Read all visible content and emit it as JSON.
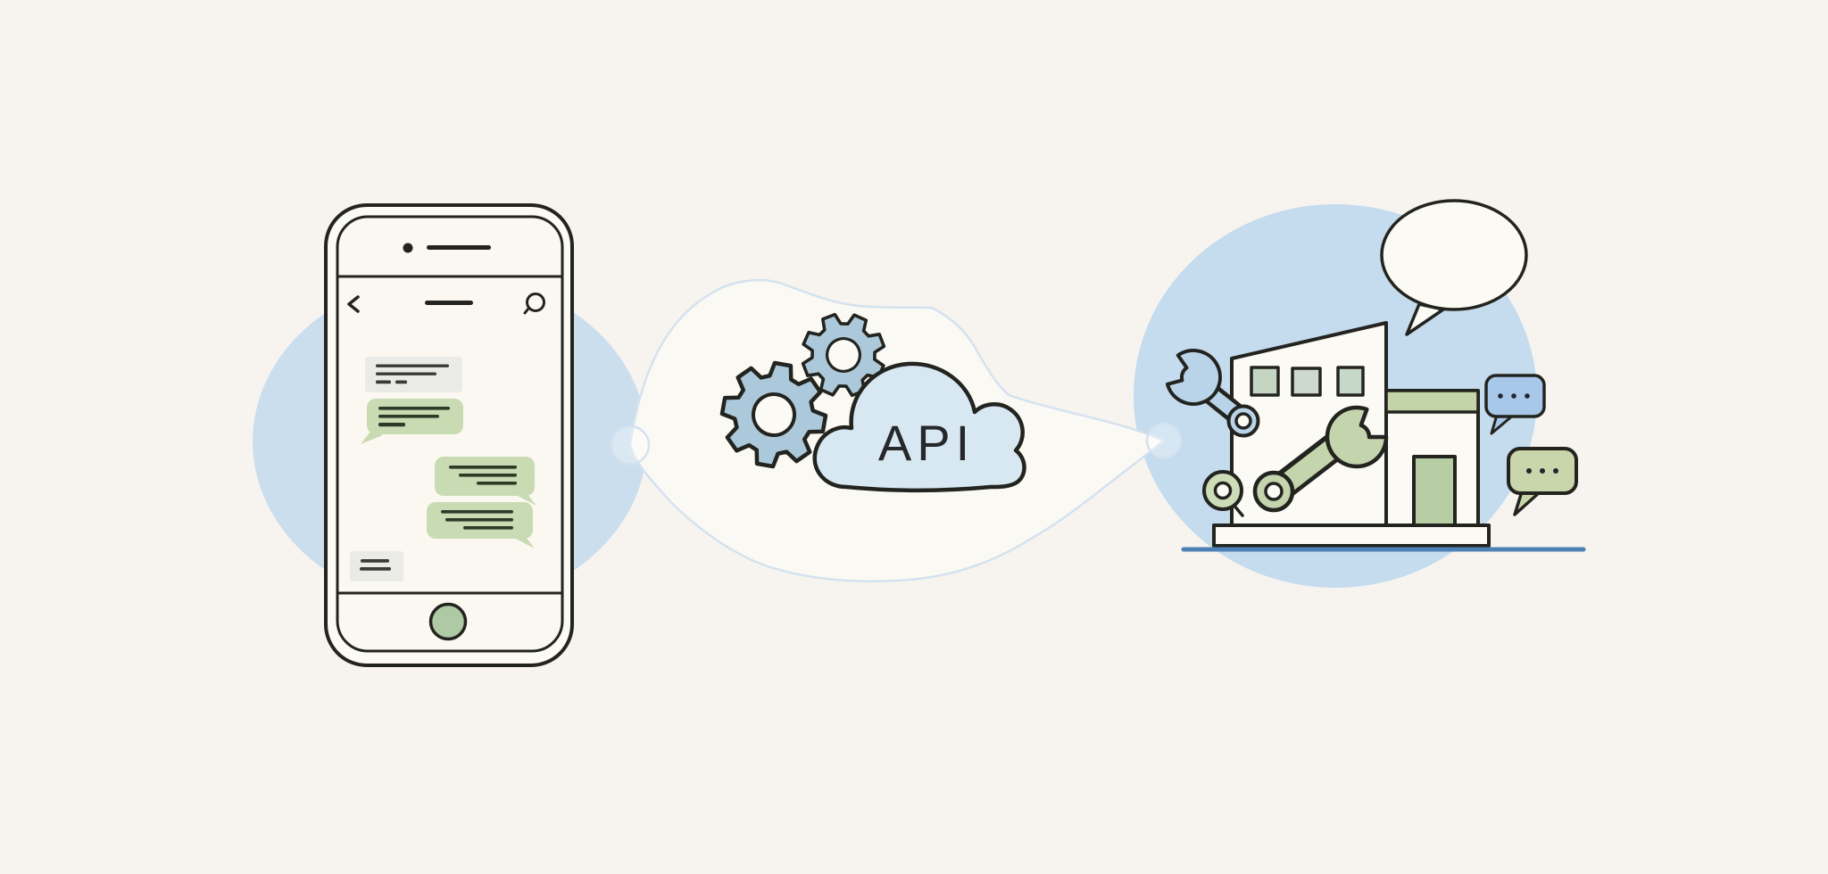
{
  "description": "Flat line illustration: smartphone chat app connected through an API cloud with gears to a storefront/business with speech bubbles",
  "api_cloud": {
    "label": "API"
  },
  "phone": {
    "nav": {
      "back_icon": "chevron-left",
      "title_bar": "dash",
      "search_icon": "magnifier"
    },
    "hardware": {
      "camera_dot": true,
      "speaker_slot": true,
      "home_button": true
    },
    "messages": [
      {
        "side": "left",
        "style": "gray",
        "lines": 3
      },
      {
        "side": "left",
        "style": "green",
        "lines": 3
      },
      {
        "side": "right",
        "style": "green",
        "lines": 3
      },
      {
        "side": "right",
        "style": "green",
        "lines": 3
      },
      {
        "side": "left",
        "style": "gray",
        "lines": 2
      }
    ]
  },
  "middle": {
    "gears": 2,
    "connector_nodes": 2,
    "container": "cloud-outline"
  },
  "business": {
    "building": {
      "windows": 3,
      "awning_band": true,
      "door": true,
      "platform": true,
      "ground_line": true
    },
    "tools": [
      "wrench-blue",
      "wrench-green",
      "tape-roll"
    ],
    "speech_bubbles": [
      {
        "style": "outline-ellipse",
        "dots": 0
      },
      {
        "style": "blue",
        "dots": 3
      },
      {
        "style": "green",
        "dots": 3
      }
    ]
  },
  "icons": {
    "back-icon": "‹ chevron",
    "search-icon": "magnifier circle",
    "gear-icon": "8-tooth cog",
    "cloud-icon": "cloud outline",
    "wrench-icon": "open-end wrench",
    "speech-bubble-icon": "rounded bubble with tail",
    "typing-dots-icon": "three dots"
  },
  "colors": {
    "bg": "#f7f4ef",
    "ink": "#23241f",
    "paper": "#fcfaf5",
    "screen": "#fbf8f2",
    "circle_left": "#cbdeee",
    "circle_right": "#c5dbee",
    "bubble_gray": "#eaeae7",
    "bubble_green": "#c8dbb2",
    "line_dark": "#3a3a37",
    "line_green": "#2e3a28",
    "home_green": "#afc9a5",
    "cloud_outline": "#d4e2ef",
    "cloud_fill": "#fbf9f4",
    "gear_fill": "#abc9da",
    "api_cloud_fill": "#d8e8f3",
    "api_text": "#26282c",
    "wrench_blue": "#b9d4e8",
    "wrench_green": "#c4d5ae",
    "window_1": "#c4d6c2",
    "window_2": "#ced9cd",
    "window_3": "#c6d8c8",
    "band_green": "#c4d4a9",
    "door_green": "#b7cda4",
    "donut_green": "#ccdcb6",
    "mini_blue": "#a7c8e8",
    "mini_green": "#c9d6ab",
    "baseline_blue": "#4d81b5",
    "dot_ink": "#20262e"
  }
}
